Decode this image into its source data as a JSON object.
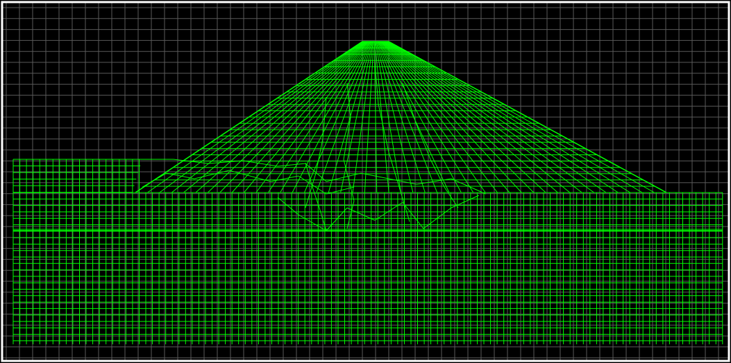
{
  "viewport": {
    "background": "#000000",
    "frame_color": "#ffffff",
    "grid_color": "#5a5a5a",
    "mesh_color": "#00ff00",
    "grid_shown": true
  },
  "mesh": {
    "embankment_shape": "trapezoidal",
    "foundation_shape": "rectangular",
    "element_type": "quadrilateral",
    "has_interface_layer": true
  }
}
